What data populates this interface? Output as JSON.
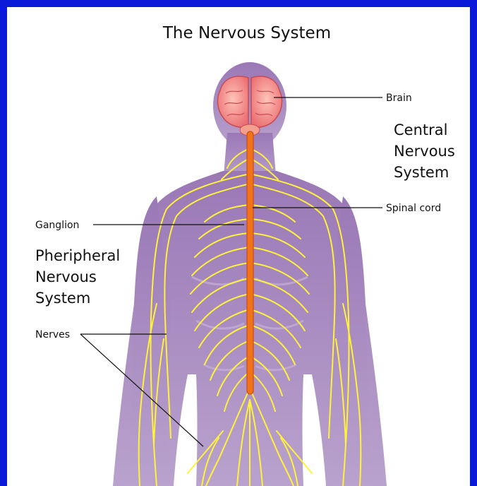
{
  "title": "The Nervous System",
  "labels": {
    "brain": "Brain",
    "spinal_cord": "Spinal cord",
    "ganglion": "Ganglion",
    "nerves": "Nerves"
  },
  "groups": {
    "cns": [
      "Central",
      "Nervous",
      "System"
    ],
    "pns": [
      "Pheripheral",
      "Nervous",
      "System"
    ]
  },
  "colors": {
    "frame": "#0a18d8",
    "body": "#9b7bb5",
    "nerves": "#fff23a",
    "brain": "#f08a86",
    "spinal_cord": "#f2721a"
  }
}
